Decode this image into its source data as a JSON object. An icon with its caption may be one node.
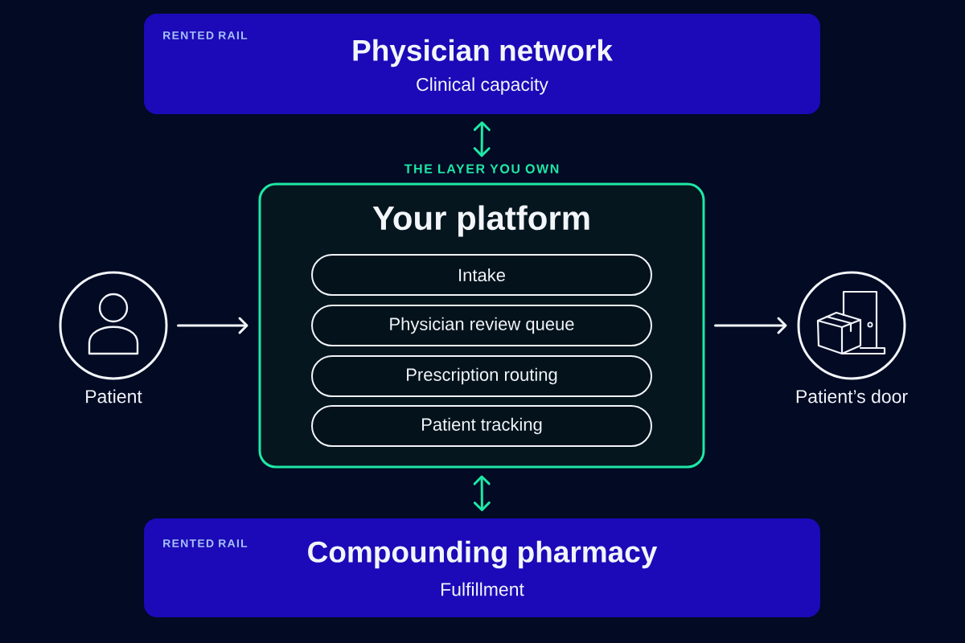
{
  "diagram": {
    "nodes": [
      {
        "text": [
          "RENTED RAIL",
          "Physician network",
          "Clinical capacity"
        ]
      },
      {
        "text": [
          "THE LAYER YOU OWN",
          "Your platform"
        ]
      },
      {
        "text": [
          "Intake"
        ],
        "in": 1
      },
      {
        "text": [
          "Physician review queue"
        ],
        "in": 1
      },
      {
        "text": [
          "Prescription routing"
        ],
        "in": 1
      },
      {
        "text": [
          "Patient tracking"
        ],
        "in": 1
      },
      {
        "text": [],
        "shape": "circle",
        "beside": [
          "Patient"
        ]
      },
      {
        "text": [],
        "shape": "circle",
        "beside": [
          "Patient’s door"
        ]
      },
      {
        "text": [
          "RENTED RAIL",
          "Compounding pharmacy",
          "Fulfillment"
        ]
      }
    ],
    "edges": [
      {
        "from": 0,
        "to": 1,
        "arrow": "both",
        "color": "#1ee8a5"
      },
      {
        "from": 6,
        "to": 1,
        "arrow": "to",
        "color": "#f2f5fa"
      },
      {
        "from": 1,
        "to": 7,
        "arrow": "to",
        "color": "#f2f5fa"
      },
      {
        "from": 1,
        "to": 8,
        "arrow": "both",
        "color": "#1ee8a5"
      }
    ]
  }
}
